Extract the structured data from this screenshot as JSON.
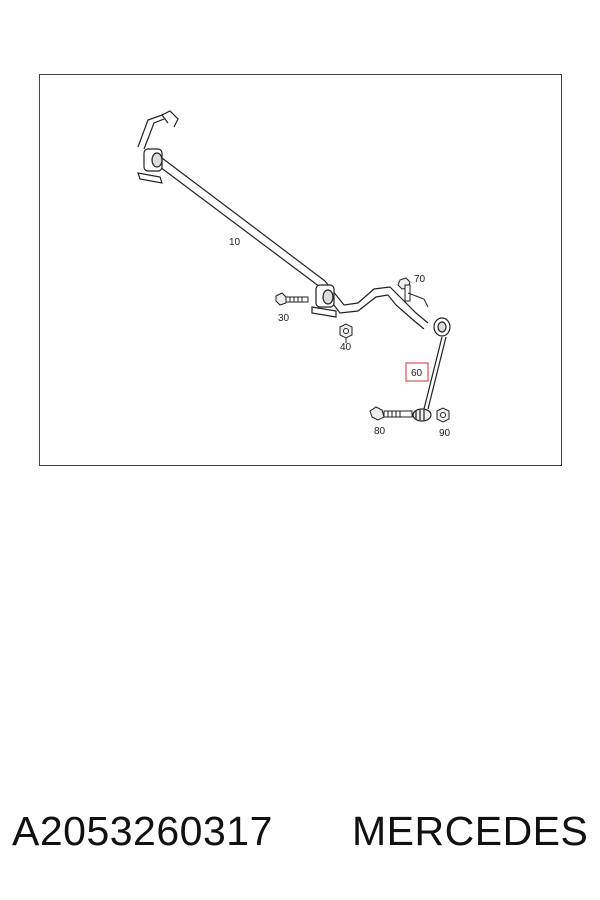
{
  "diagram": {
    "callouts": {
      "c10": "10",
      "c30": "30",
      "c40": "40",
      "c60": "60",
      "c70": "70",
      "c80": "80",
      "c90": "90"
    },
    "highlight_color": "#d9534f"
  },
  "footer": {
    "part_number": "A2053260317",
    "brand": "MERCEDES"
  }
}
